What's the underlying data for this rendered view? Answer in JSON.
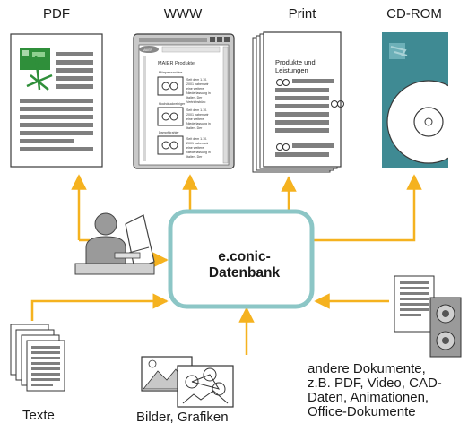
{
  "outputs": {
    "pdf": "PDF",
    "www": "WWW",
    "print": "Print",
    "cdrom": "CD-ROM"
  },
  "center": {
    "line1": "e.conic-",
    "line2": "Datenbank"
  },
  "inputs": {
    "texte": "Texte",
    "bilder": "Bilder, Grafiken",
    "andere": [
      "andere Dokumente,",
      "z.B. PDF, Video, CAD-",
      "Daten, Animationen,",
      "Office-Dokumente"
    ]
  },
  "www_window": {
    "badge": "MAIER",
    "title": "MAIER Produkte",
    "sections": [
      "Mürrpeissachine",
      "Hochdruckreiniger",
      "Dampfstrahler"
    ],
    "item_text": [
      "Seit dem 1.10.",
      "2001 haben wir",
      "eine weitere",
      "Niederlassung in",
      "Italien. Der",
      "Vertriebsbüro"
    ]
  },
  "print_doc": {
    "heading": [
      "Produkte und",
      "Leistungen"
    ]
  },
  "colors": {
    "arrow": "#f5b21f",
    "database_border": "#8cc6c6",
    "ink": "#1a1a1a",
    "gray": "#7f7f7f",
    "pdf_green": "#2f8f3a",
    "cd_teal": "#3f8a93"
  }
}
